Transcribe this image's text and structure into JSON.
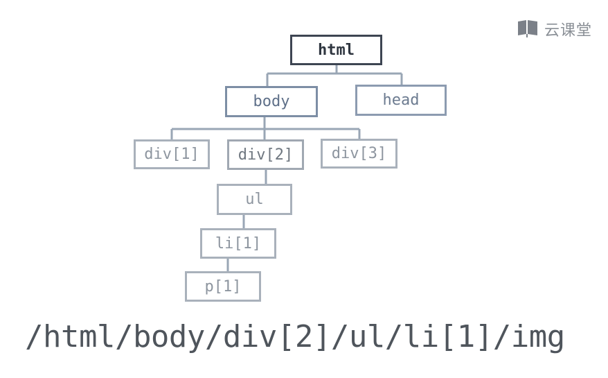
{
  "brand": {
    "name": "云课堂",
    "icon": "book-icon"
  },
  "tree": {
    "root": "html",
    "body": "body",
    "head": "head",
    "div1": "div[1]",
    "div2": "div[2]",
    "div3": "div[3]",
    "ul": "ul",
    "li1": "li[1]",
    "p1": "p[1]"
  },
  "xpath": "/html/body/div[2]/ul/li[1]/img",
  "colors": {
    "root_border": "#3d4552",
    "body_border": "#7d8ea5",
    "leaf_border": "#a9b1bb",
    "connector": "#99a6b5",
    "xpath_text": "#4f555c"
  }
}
